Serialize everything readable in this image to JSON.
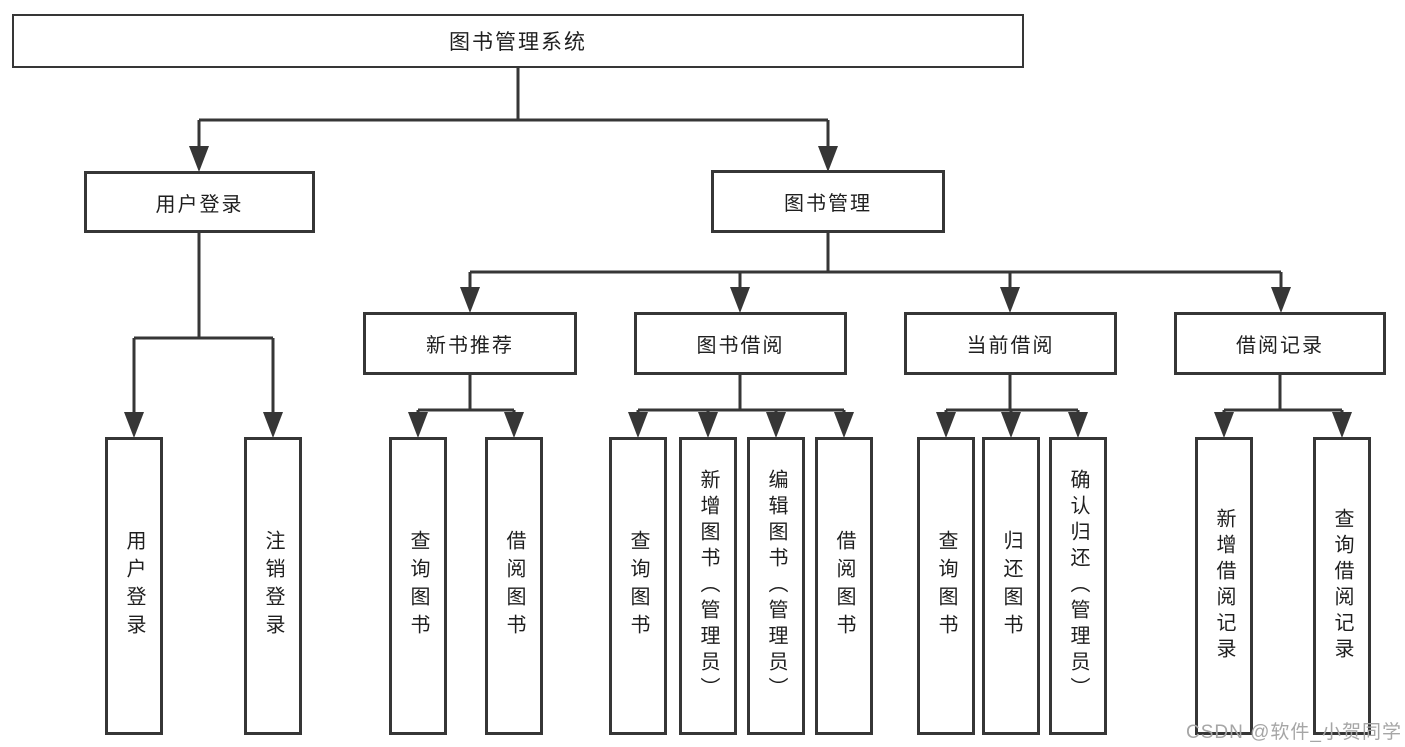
{
  "tree": {
    "root": {
      "label": "图书管理系统"
    },
    "branches": [
      {
        "label": "用户登录",
        "children": [
          "用户登录",
          "注销登录"
        ]
      },
      {
        "label": "图书管理",
        "sections": [
          {
            "label": "新书推荐",
            "children": [
              "查询图书",
              "借阅图书"
            ]
          },
          {
            "label": "图书借阅",
            "children": [
              "查询图书",
              "新增图书（管理员）",
              "编辑图书（管理员）",
              "借阅图书"
            ]
          },
          {
            "label": "当前借阅",
            "children": [
              "查询图书",
              "归还图书",
              "确认归还（管理员）"
            ]
          },
          {
            "label": "借阅记录",
            "children": [
              "新增借阅记录",
              "查询借阅记录"
            ]
          }
        ]
      }
    ]
  },
  "watermark": {
    "text": "CSDN @软件_小贺同学"
  },
  "colors": {
    "line": "#363636",
    "text": "#1f1f1f",
    "box_background": "#ffffff",
    "watermark": "#a6a6a6"
  }
}
